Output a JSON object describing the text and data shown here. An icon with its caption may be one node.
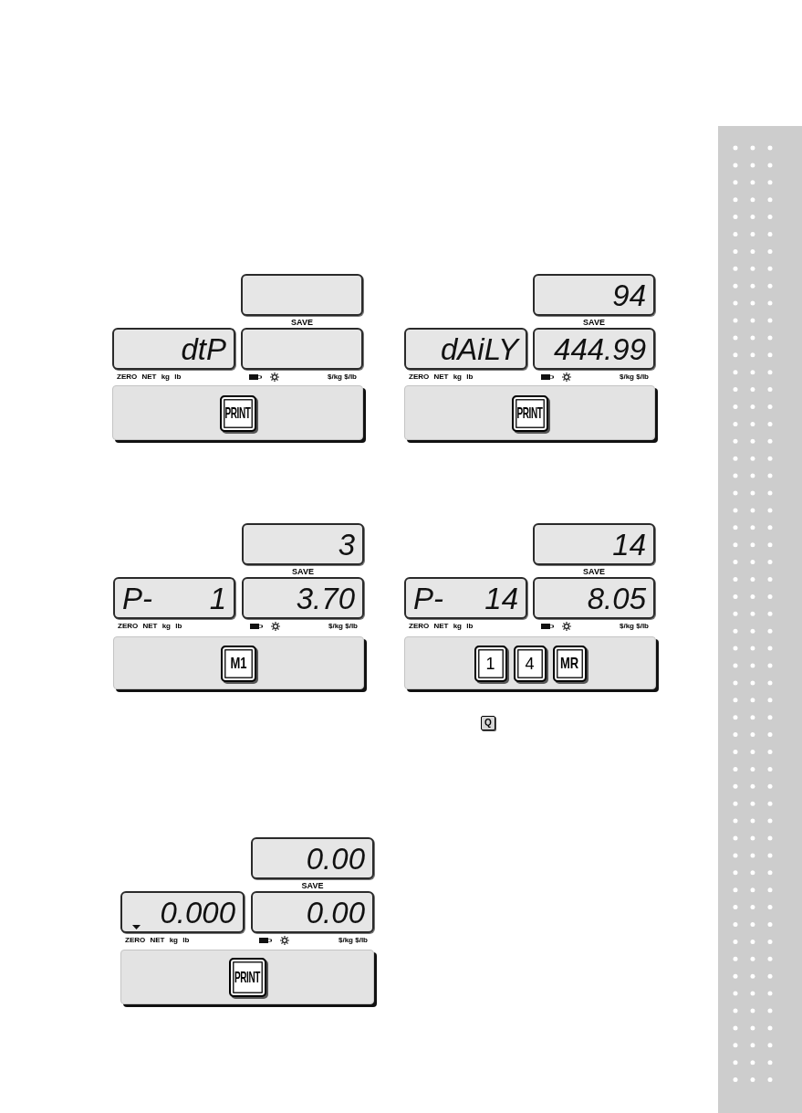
{
  "diagram": {
    "nodes": [
      {
        "text": [],
        "shape": "box",
        "beside": [
          "SAVE"
        ]
      },
      {
        "text": [
          "dtP"
        ],
        "beside": [
          "ZERO NET kg lb"
        ]
      },
      {
        "text": [],
        "shape": "box",
        "beside": [
          "$/kg $/lb"
        ]
      },
      {
        "text": [],
        "shape": "box"
      },
      {
        "text": [
          "PRINT"
        ],
        "in": 3
      },
      {
        "text": [
          "94"
        ],
        "beside": [
          "SAVE"
        ]
      },
      {
        "text": [
          "dAiLY"
        ],
        "beside": [
          "ZERO NET kg lb"
        ]
      },
      {
        "text": [
          "444.99"
        ],
        "beside": [
          "$/kg $/lb"
        ]
      },
      {
        "text": [],
        "shape": "box"
      },
      {
        "text": [
          "PRINT"
        ],
        "in": 8
      },
      {
        "text": [
          "3"
        ],
        "beside": [
          "SAVE"
        ]
      },
      {
        "text": [
          "P- 1"
        ],
        "beside": [
          "ZERO NET kg lb"
        ]
      },
      {
        "text": [
          "3.70"
        ],
        "beside": [
          "$/kg $/lb"
        ]
      },
      {
        "text": [],
        "shape": "box"
      },
      {
        "text": [
          "M1"
        ],
        "in": 13
      },
      {
        "text": [
          "14"
        ],
        "beside": [
          "SAVE"
        ]
      },
      {
        "text": [
          "P- 14"
        ],
        "beside": [
          "ZERO NET kg lb"
        ]
      },
      {
        "text": [
          "8.05"
        ],
        "beside": [
          "$/kg $/lb"
        ]
      },
      {
        "text": [],
        "shape": "box"
      },
      {
        "text": [
          "1"
        ],
        "in": 18
      },
      {
        "text": [
          "4"
        ],
        "in": 18
      },
      {
        "text": [
          "MR"
        ],
        "in": 18
      },
      {
        "text": [
          "Q"
        ]
      },
      {
        "text": [
          "0.00"
        ],
        "beside": [
          "SAVE"
        ]
      },
      {
        "text": [
          "0.000"
        ],
        "beside": [
          "ZERO NET kg lb"
        ]
      },
      {
        "text": [
          "0.00"
        ],
        "beside": [
          "$/kg $/lb"
        ]
      },
      {
        "text": [],
        "shape": "box"
      },
      {
        "text": [
          "PRINT"
        ],
        "in": 26
      }
    ]
  }
}
